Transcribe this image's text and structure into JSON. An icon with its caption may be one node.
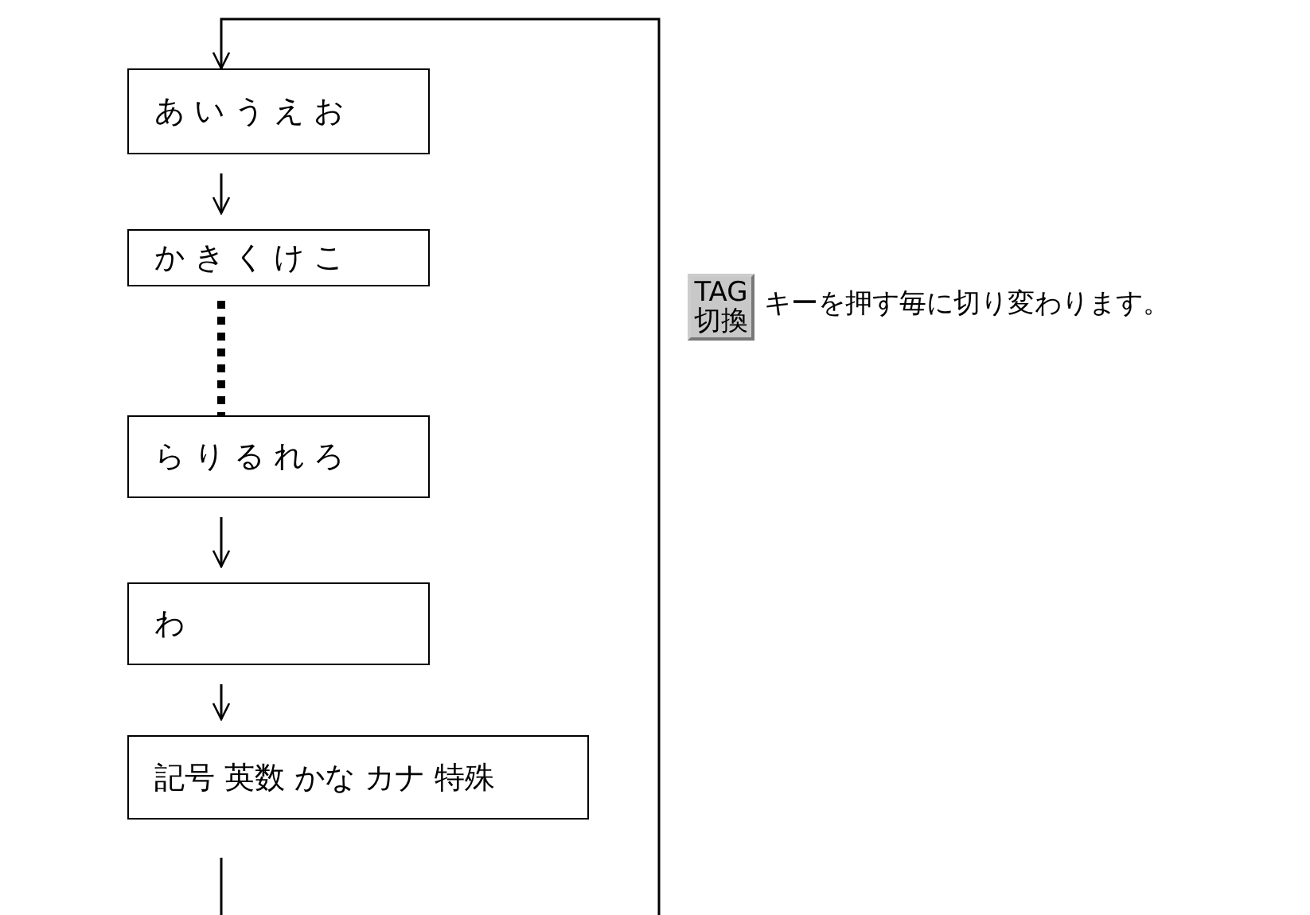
{
  "diagram": {
    "nodes": [
      {
        "text": [
          "あ い う え お"
        ]
      },
      {
        "text": [
          "か き く け こ"
        ]
      },
      {
        "text": [
          "ら り る れ ろ"
        ]
      },
      {
        "text": [
          "わ"
        ]
      },
      {
        "text": [
          "記号 英数 かな カナ 特殊"
        ]
      },
      {
        "text": [
          "TAG切換"
        ],
        "beside": [
          "キーを押す毎に切り変わります。"
        ]
      }
    ],
    "edges": [
      {
        "from": 0,
        "to": 1,
        "arrow": "to"
      },
      {
        "from": 1,
        "to": 2,
        "arrow": "none",
        "style": "dashed"
      },
      {
        "from": 2,
        "to": 3,
        "arrow": "to"
      },
      {
        "from": 3,
        "to": 4,
        "arrow": "to"
      },
      {
        "from": 4,
        "to": 0,
        "arrow": "to"
      }
    ]
  }
}
